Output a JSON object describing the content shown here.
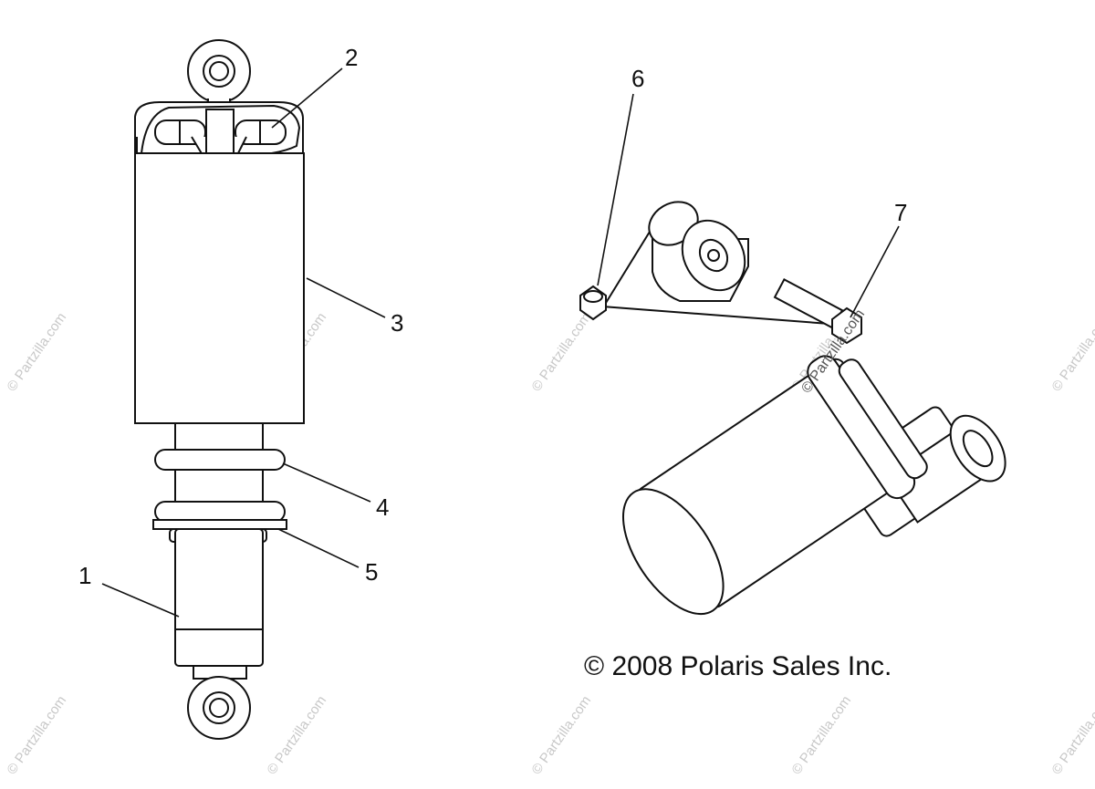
{
  "diagram": {
    "callouts": [
      {
        "id": "1",
        "label": "1"
      },
      {
        "id": "2",
        "label": "2"
      },
      {
        "id": "3",
        "label": "3"
      },
      {
        "id": "4",
        "label": "4"
      },
      {
        "id": "5",
        "label": "5"
      },
      {
        "id": "6",
        "label": "6"
      },
      {
        "id": "7",
        "label": "7"
      }
    ],
    "copyright": "© 2008 Polaris Sales Inc.",
    "watermark": "© Partzilla.com",
    "colors": {
      "line": "#111111",
      "watermark": "#c8c8c8",
      "background": "#ffffff"
    }
  }
}
